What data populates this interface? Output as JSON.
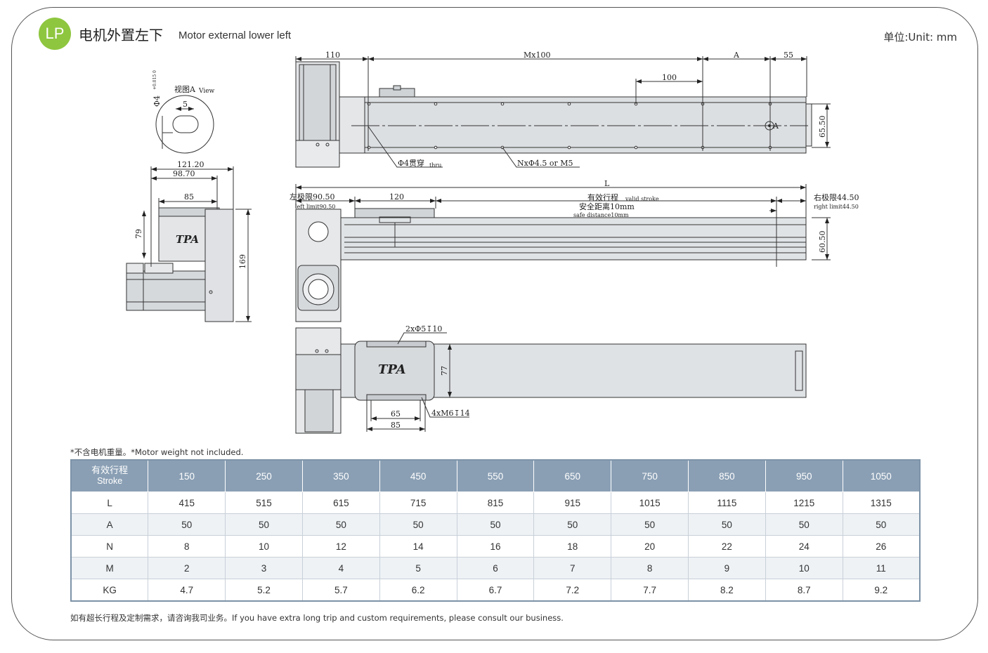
{
  "header": {
    "badge": "LP",
    "title_cn": "电机外置左下",
    "title_en": "Motor external  lower left",
    "unit": "单位:Unit: mm"
  },
  "drawing_labels": {
    "d110": "110",
    "mx100": "Mx100",
    "a": "A",
    "d55": "55",
    "d100": "100",
    "d65_50": "65.50",
    "hole_thru": "Φ4贯穿",
    "thru": "thru",
    "nx": "NxΦ4.5 or M5",
    "view_a": "视图A",
    "view": "View",
    "phi4": "Φ4",
    "tol": "+0.015 0",
    "d5": "5",
    "d121_20": "121.20",
    "d98_70": "98.70",
    "d85": "85",
    "d79": "79",
    "d169": "169",
    "brand": "TPA",
    "L": "L",
    "left_limit_cn": "左极限90.50",
    "left_limit_en": "left limit90.50",
    "d120": "120",
    "valid_cn": "有效行程",
    "valid_en": "valid stroke",
    "safe_cn": "安全距离10mm",
    "safe_en": "safe distance10mm",
    "right_limit_cn": "右极限44.50",
    "right_limit_en": "right limit44.50",
    "d60_50": "60.50",
    "hole2": "2xΦ5↧10",
    "d77": "77",
    "d65": "65",
    "d85b": "85",
    "hole4": "4xM6↧14"
  },
  "notes": {
    "top": "*不含电机重量。*Motor weight not included.",
    "bottom": "如有超长行程及定制需求，请咨询我司业务。If you have extra long trip and custom requirements, please consult our business."
  },
  "table": {
    "header_cn": "有效行程",
    "header_en": "Stroke",
    "columns": [
      "150",
      "250",
      "350",
      "450",
      "550",
      "650",
      "750",
      "850",
      "950",
      "1050"
    ],
    "rows": [
      {
        "label": "L",
        "values": [
          "415",
          "515",
          "615",
          "715",
          "815",
          "915",
          "1015",
          "1115",
          "1215",
          "1315"
        ]
      },
      {
        "label": "A",
        "values": [
          "50",
          "50",
          "50",
          "50",
          "50",
          "50",
          "50",
          "50",
          "50",
          "50"
        ]
      },
      {
        "label": "N",
        "values": [
          "8",
          "10",
          "12",
          "14",
          "16",
          "18",
          "20",
          "22",
          "24",
          "26"
        ]
      },
      {
        "label": "M",
        "values": [
          "2",
          "3",
          "4",
          "5",
          "6",
          "7",
          "8",
          "9",
          "10",
          "11"
        ]
      },
      {
        "label": "KG",
        "values": [
          "4.7",
          "5.2",
          "5.7",
          "6.2",
          "6.7",
          "7.2",
          "7.7",
          "8.2",
          "8.7",
          "9.2"
        ]
      }
    ]
  },
  "colors": {
    "badge": "#8ec63f",
    "table_header": "#8a9fb4",
    "part_fill": "#d9dcdf"
  }
}
